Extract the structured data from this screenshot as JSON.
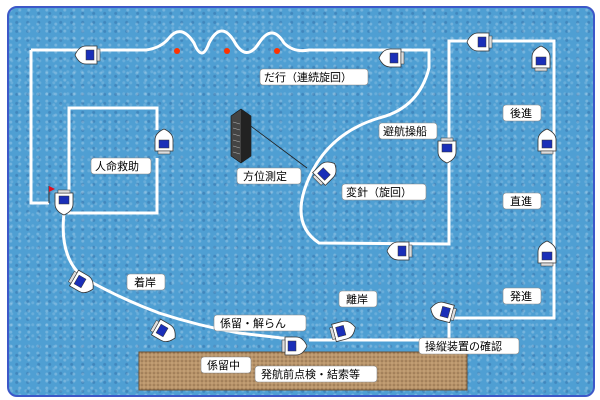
{
  "labels": {
    "slalom": "だ行（連続旋回）",
    "avoidance": "避航操船",
    "bearing": "方位測定",
    "rescue": "人命救助",
    "course_change": "変針（旋回）",
    "berthing": "着岸",
    "mooring_release": "係留・解らん",
    "departure_pier": "離岸",
    "moored": "係留中",
    "pre_departure": "発航前点検・結索等",
    "helm_check": "操縦装置の確認",
    "start": "発進",
    "straight": "直進",
    "reverse": "後進"
  },
  "colors": {
    "water": "#4f9fd3",
    "frame": "#3c58c8",
    "route": "#ffffff",
    "boat_cabin": "#1a2fb8",
    "buoy": "#ff3300",
    "pier": "#b8946a",
    "flag": "#e01020"
  },
  "icons": {
    "boat": "boat-icon",
    "buoy": "buoy-icon",
    "building": "building-icon",
    "flag": "flag-icon",
    "pier": "pier-area"
  }
}
